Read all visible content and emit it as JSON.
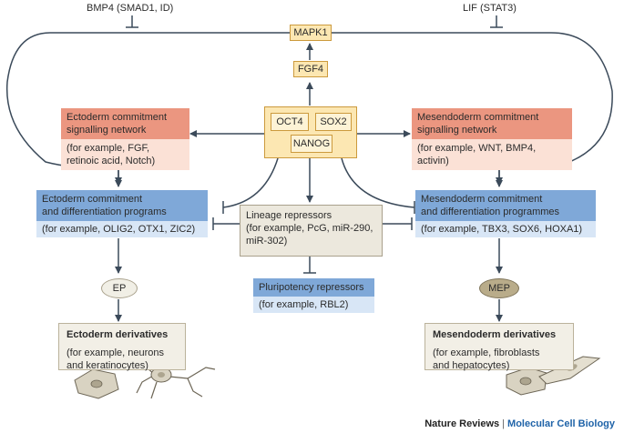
{
  "signals": {
    "bmp4": "BMP4 (SMAD1, ID)",
    "lif": "LIF (STAT3)",
    "mapk1": "MAPK1",
    "fgf4": "FGF4"
  },
  "core": {
    "oct4": "OCT4",
    "sox2": "SOX2",
    "nanog": "NANOG"
  },
  "ecto_signalling": {
    "title_l1": "Ectoderm commitment",
    "title_l2": "signalling network",
    "body_l1": "(for example, FGF,",
    "body_l2": "retinoic acid, Notch)"
  },
  "meso_signalling": {
    "title_l1": "Mesendoderm commitment",
    "title_l2": "signalling network",
    "body_l1": "(for example, WNT, BMP4, activin)"
  },
  "ecto_program": {
    "title_l1": "Ectoderm commitment",
    "title_l2": "and differentiation programs",
    "body_l1": "(for example, OLIG2, OTX1, ZIC2)"
  },
  "meso_program": {
    "title_l1": "Mesendoderm commitment",
    "title_l2": "and differentiation programmes",
    "body_l1": "(for example, TBX3, SOX6, HOXA1)"
  },
  "lineage_repressors": {
    "l1": "Lineage repressors",
    "l2": "(for example, PcG, miR-290,",
    "l3": "miR-302)"
  },
  "pluripotency_repressors": {
    "title": "Pluripotency repressors",
    "body": "(for example, RBL2)"
  },
  "progenitors": {
    "ep": "EP",
    "mep": "MEP"
  },
  "ecto_derivatives": {
    "title": "Ectoderm derivatives",
    "l1": "(for example, neurons",
    "l2": "and keratinocytes)"
  },
  "meso_derivatives": {
    "title": "Mesendoderm derivatives",
    "l1": "(for example, fibroblasts",
    "l2": "and hepatocytes)"
  },
  "footer": {
    "journal": "Nature Reviews",
    "separator": "|",
    "subtitle": "Molecular Cell Biology"
  },
  "colors": {
    "line": "#3b4a5a",
    "core_fill": "#fce7b2",
    "signalling_head": "#eb9680",
    "program_head": "#7fa8d8",
    "journal_accent": "#1f63a8"
  }
}
